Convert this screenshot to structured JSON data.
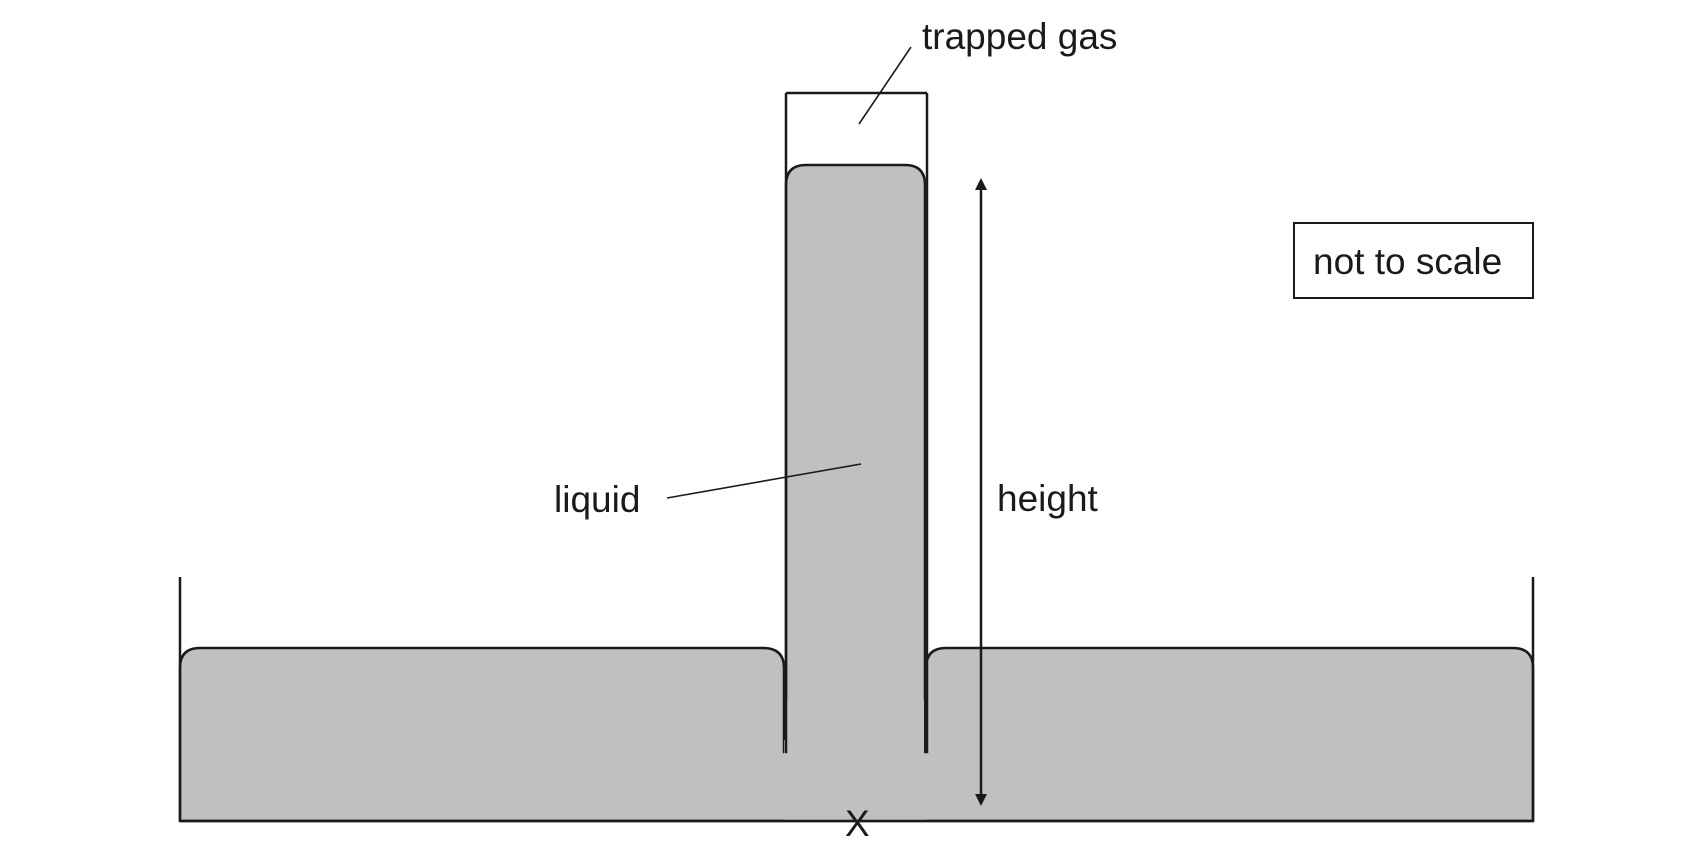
{
  "diagram": {
    "labels": {
      "trapped_gas": "trapped gas",
      "liquid": "liquid",
      "height": "height",
      "scale_note": "not to scale",
      "point_x": "X"
    },
    "colors": {
      "liquid_fill": "#c0c0c0",
      "stroke": "#1a1a1a",
      "background": "#ffffff"
    }
  }
}
